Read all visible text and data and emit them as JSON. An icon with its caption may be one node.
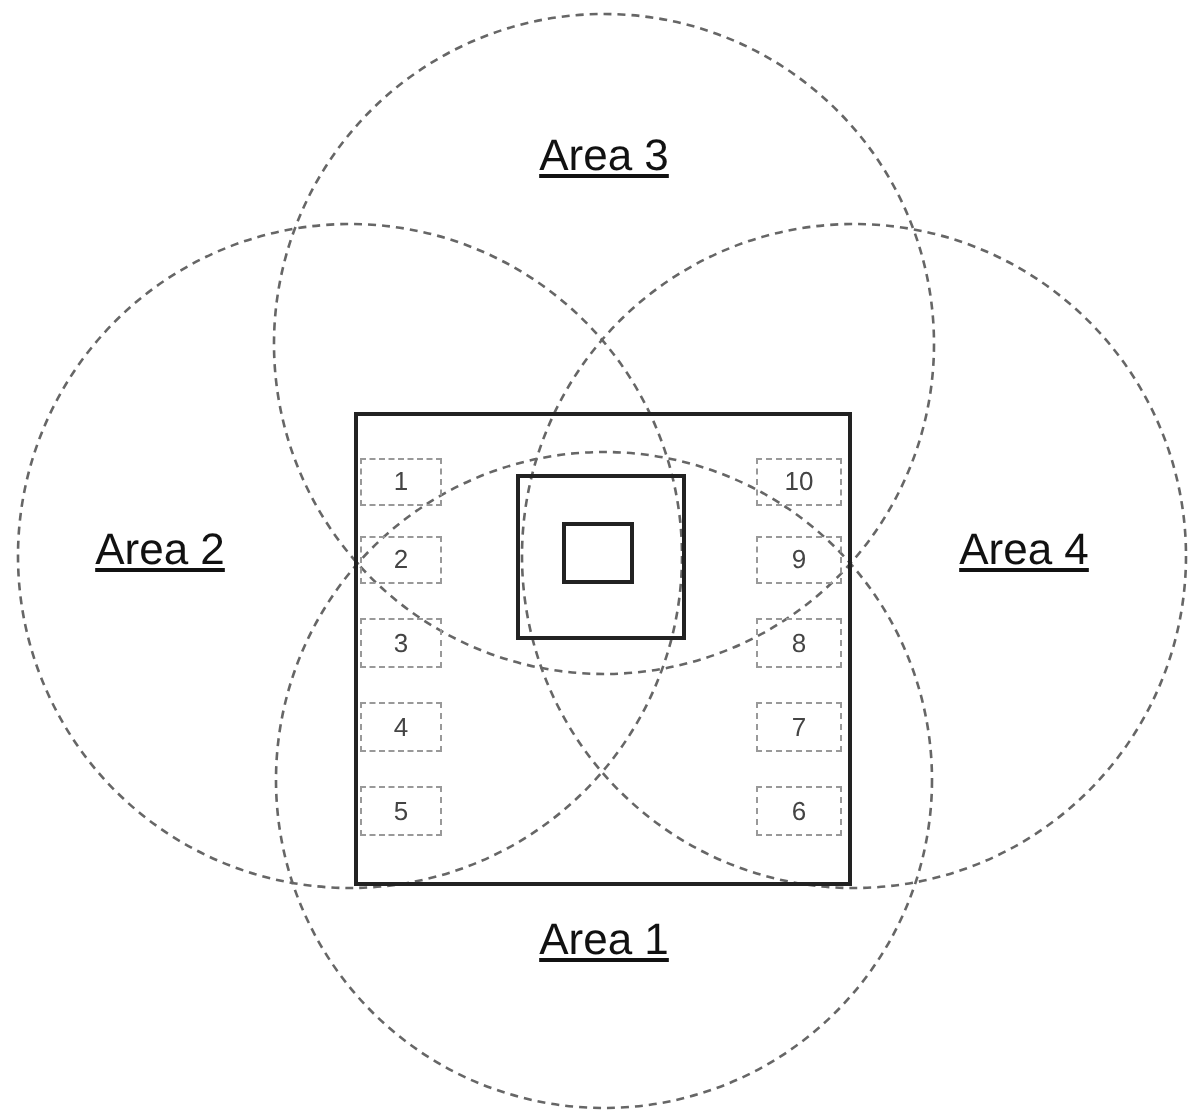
{
  "diagram": {
    "nodes": [
      {
        "text": [
          "Area 3"
        ]
      },
      {
        "text": [
          "Area 2"
        ]
      },
      {
        "text": [
          "Area 4"
        ]
      },
      {
        "text": [],
        "shape": "box"
      },
      {
        "text": [],
        "shape": "box"
      },
      {
        "text": [],
        "shape": "box",
        "in": 4
      },
      {
        "text": [
          "1"
        ]
      },
      {
        "text": [
          "10"
        ]
      },
      {
        "text": [
          "2"
        ]
      },
      {
        "text": [
          "9"
        ]
      },
      {
        "text": [
          "3"
        ]
      },
      {
        "text": [
          "8"
        ]
      },
      {
        "text": [
          "4"
        ]
      },
      {
        "text": [
          "7"
        ]
      },
      {
        "text": [
          "5"
        ]
      },
      {
        "text": [
          "6"
        ]
      },
      {
        "text": [
          "Area 1"
        ]
      }
    ]
  }
}
